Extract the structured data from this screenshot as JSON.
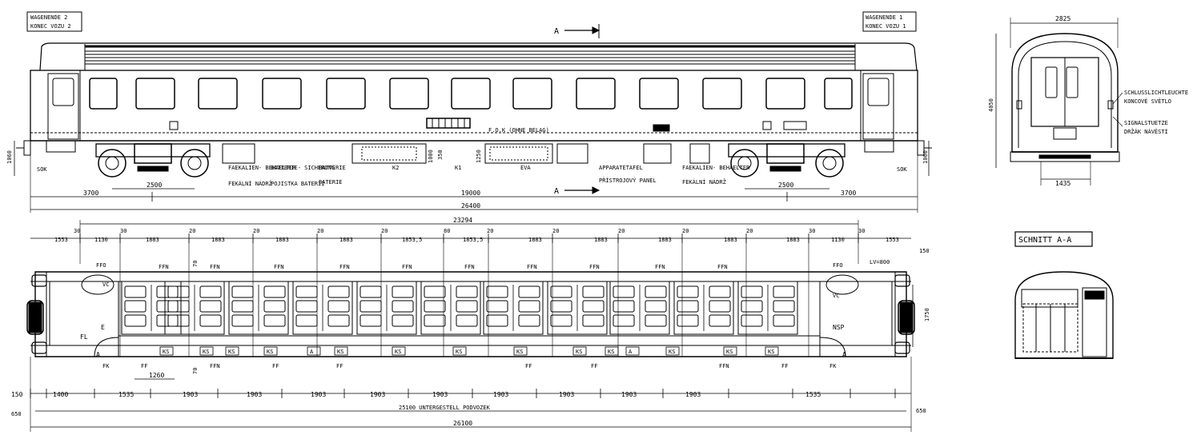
{
  "side_view": {
    "end2_label_de": "WAGENENDE 2",
    "end2_label_cz": "KONEC VOZU 2",
    "end1_label_de": "WAGENENDE 1",
    "end1_label_cz": "KONEC VOZU 1",
    "section_marker_top": "A",
    "section_marker_bottom": "A",
    "fok_label": "F.O.K (OHNE BELAG)",
    "sok_left": "SOK",
    "sok_right": "SOK",
    "dim_height_left": "1060",
    "dim_height_right": "1060",
    "dim_1000": "1000",
    "dim_350": "350",
    "dim_1250": "1250",
    "label_k2": "K2",
    "label_k1": "K1",
    "label_eva": "EVA",
    "faekal_left_de": "FAEKALIEN- BEHAELTER",
    "faekal_left_cz": "FEKÁLNÍ NÁDRŽ",
    "fuse_de": "BATTERIE- SICHERUNG",
    "fuse_cz": "POJISTKA BATERIÍ",
    "battery_de": "BATTERIE",
    "battery_cz": "BATERIE",
    "panel_de": "APPARATETAFEL",
    "panel_cz": "PŘÍSTROJOVÝ PANEL",
    "faekal_right_de": "FAEKALIEN- BEHAELTER",
    "faekal_right_cz": "FEKÁLNÍ NÁDRŽ",
    "dim_bogie_left": "2500",
    "dim_bogie_right": "2500",
    "dim_3700_left": "3700",
    "dim_3700_right": "3700",
    "dim_19000": "19000",
    "dim_26400": "26400"
  },
  "end_view": {
    "width_2825": "2825",
    "height_4050": "4050",
    "width_1435": "1435",
    "tail_light_de": "SCHLUSSLICHTLEUCHTE",
    "tail_light_cz": "KONCOVÉ SVĚTLO",
    "signal_de": "SIGNALSTUETZE",
    "signal_cz": "DRŽÁK NÁVĚSTÍ"
  },
  "section_view": {
    "title": "SCHNITT A-A"
  },
  "plan_view": {
    "dim_23294": "23294",
    "top_row": [
      "1553",
      "30",
      "1130",
      "30",
      "1883",
      "20",
      "1883",
      "20",
      "1883",
      "20",
      "1883",
      "20",
      "1853,5",
      "80",
      "1853,5",
      "20",
      "1883",
      "20",
      "1883",
      "20",
      "1883",
      "20",
      "1883",
      "20",
      "1883",
      "30",
      "1130",
      "30",
      "1553"
    ],
    "dim_150": "150",
    "lv_label": "LV=800",
    "dim_1750": "1750",
    "dim_70_top": "70",
    "dim_70_bottom": "70",
    "ffo_left": "FFO",
    "ffo_right": "FFO",
    "vc_left": "VC",
    "vc_right": "VC",
    "e_label": "E",
    "fl_label": "FL",
    "nsp_label": "NSP",
    "a_left": "A",
    "a_right": "A",
    "ffn_labels": [
      "FFN",
      "FFN",
      "FFN",
      "FFN",
      "FFN",
      "FFN",
      "FFN",
      "FFN",
      "FFN",
      "FFN"
    ],
    "ks_labels": [
      "KS",
      "KS",
      "KS",
      "KS",
      "A",
      "KS",
      "KS",
      "KS",
      "KS",
      "KS",
      "KS",
      "A",
      "KS",
      "KS",
      "KS"
    ],
    "fk_left": "FK",
    "fk_right": "FK",
    "ff_labels": [
      "FF",
      "FFN",
      "FF",
      "FF",
      "FF",
      "FF",
      "FFN",
      "FF"
    ],
    "dim_1260": "1260",
    "bottom_row": [
      "150",
      "1400",
      "1535",
      "1903",
      "1903",
      "1903",
      "1903",
      "1903",
      "1903",
      "1903",
      "1903",
      "1903",
      "1535"
    ],
    "dim_650_left": "650",
    "dim_650_right": "650",
    "underframe_label": "25100 UNTERGESTELL PODVOZEK",
    "dim_26100": "26100"
  }
}
